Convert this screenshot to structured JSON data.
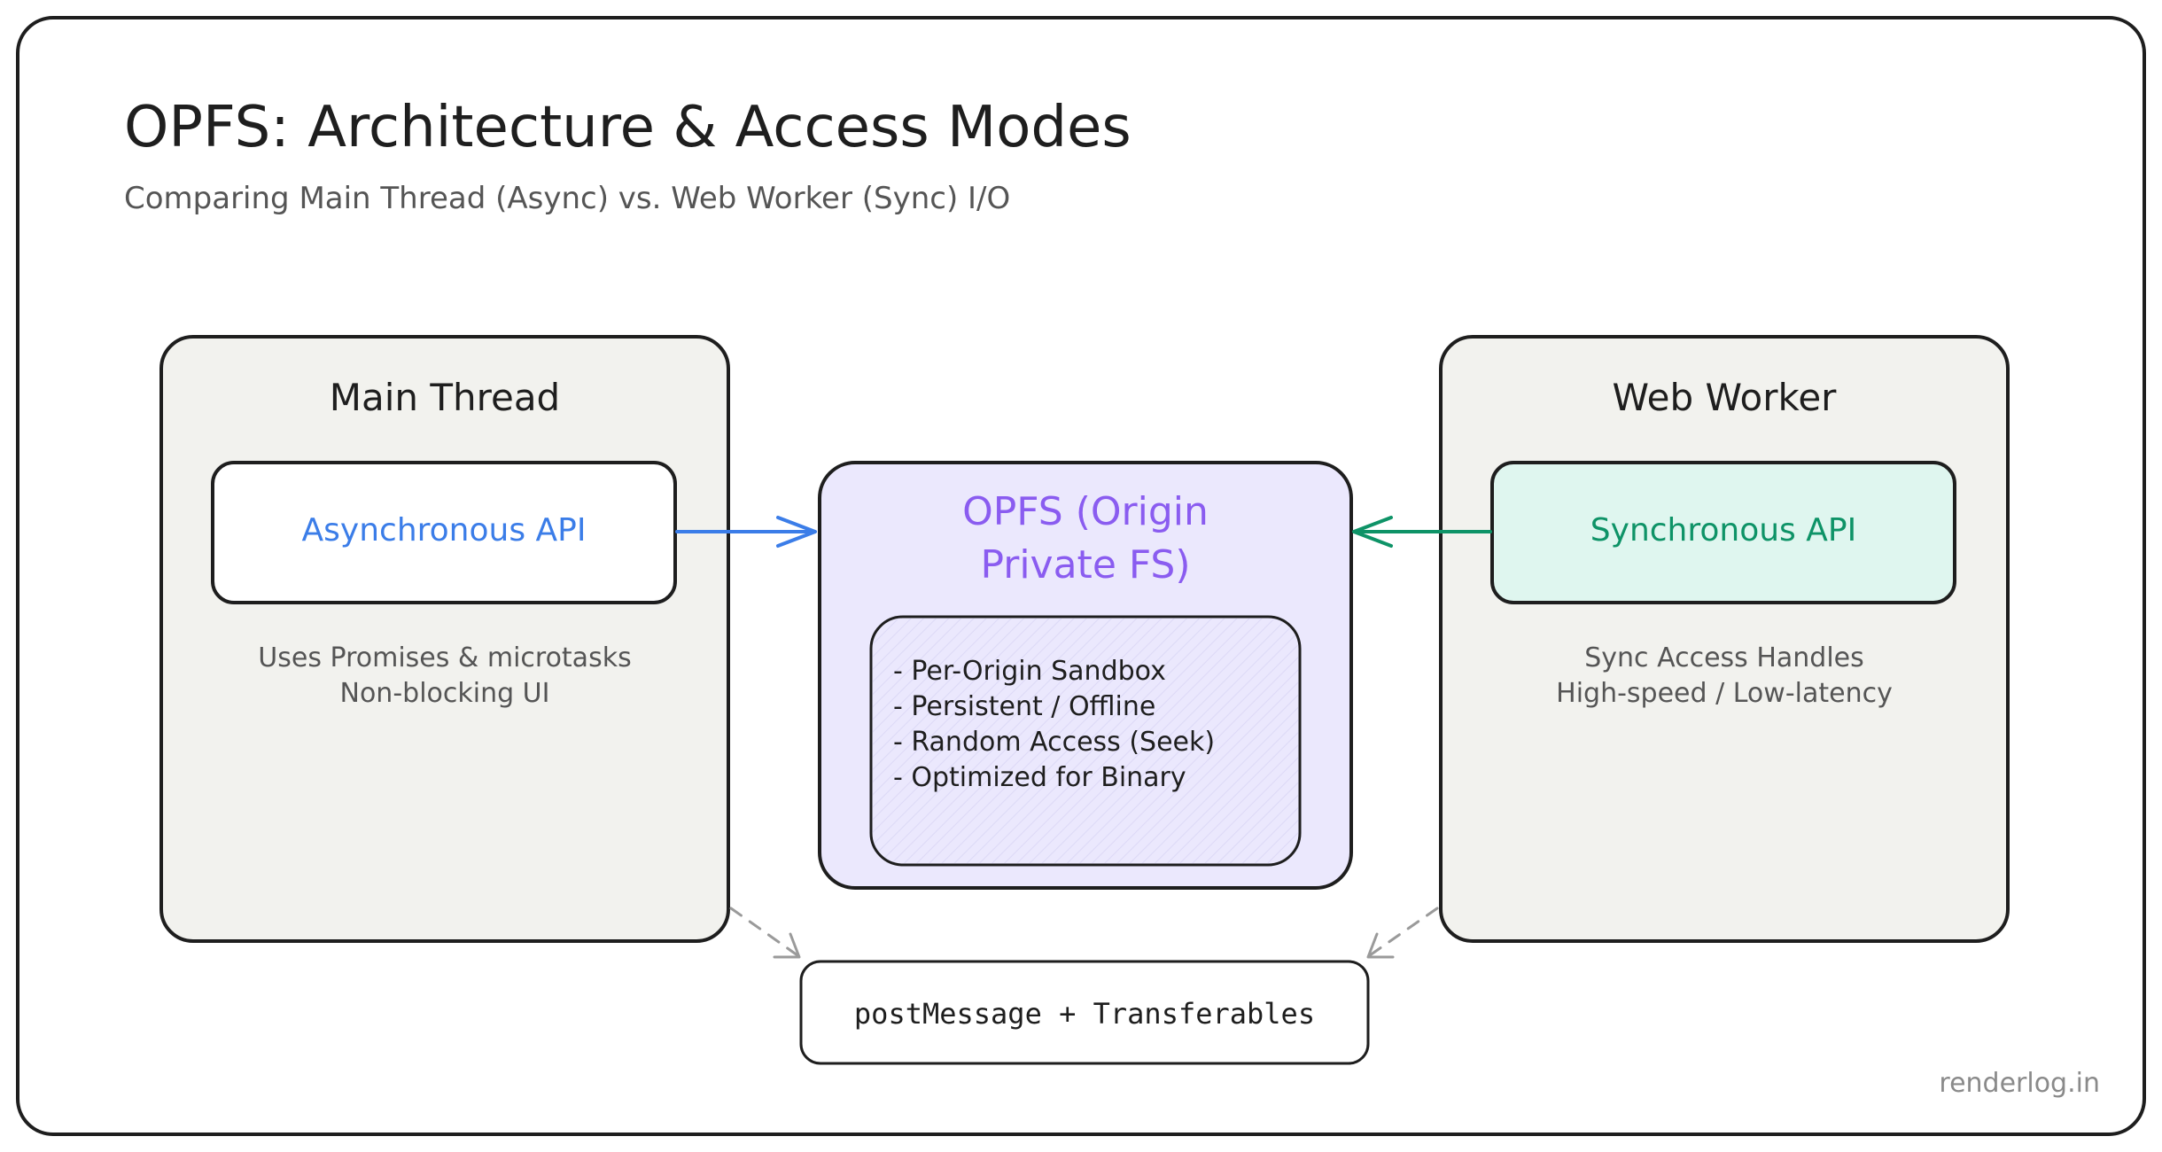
{
  "title": "OPFS: Architecture & Access Modes",
  "subtitle": "Comparing Main Thread (Async) vs. Web Worker (Sync) I/O",
  "main_thread": {
    "heading": "Main Thread",
    "api_label": "Asynchronous API",
    "notes": [
      "Uses Promises & microtasks",
      "Non-blocking UI"
    ]
  },
  "opfs": {
    "heading_lines": [
      "OPFS (Origin",
      "Private FS)"
    ],
    "features": [
      "- Per-Origin Sandbox",
      "- Persistent / Offline",
      "- Random Access (Seek)",
      "- Optimized for Binary"
    ]
  },
  "web_worker": {
    "heading": "Web Worker",
    "api_label": "Synchronous API",
    "notes": [
      "Sync Access Handles",
      "High-speed / Low-latency"
    ]
  },
  "bridge": {
    "label": "postMessage + Transferables"
  },
  "watermark": "renderlog.in",
  "colors": {
    "frame_stroke": "#1e1e1e",
    "panel_fill": "#f2f2ee",
    "async_blue": "#3b7de8",
    "sync_green": "#0e9367",
    "sync_fill": "#dff6ef",
    "opfs_purple": "#8a5cf0",
    "opfs_fill": "#ebe8fd",
    "muted_text": "#555555",
    "dashed_gray": "#9a9a9a"
  }
}
